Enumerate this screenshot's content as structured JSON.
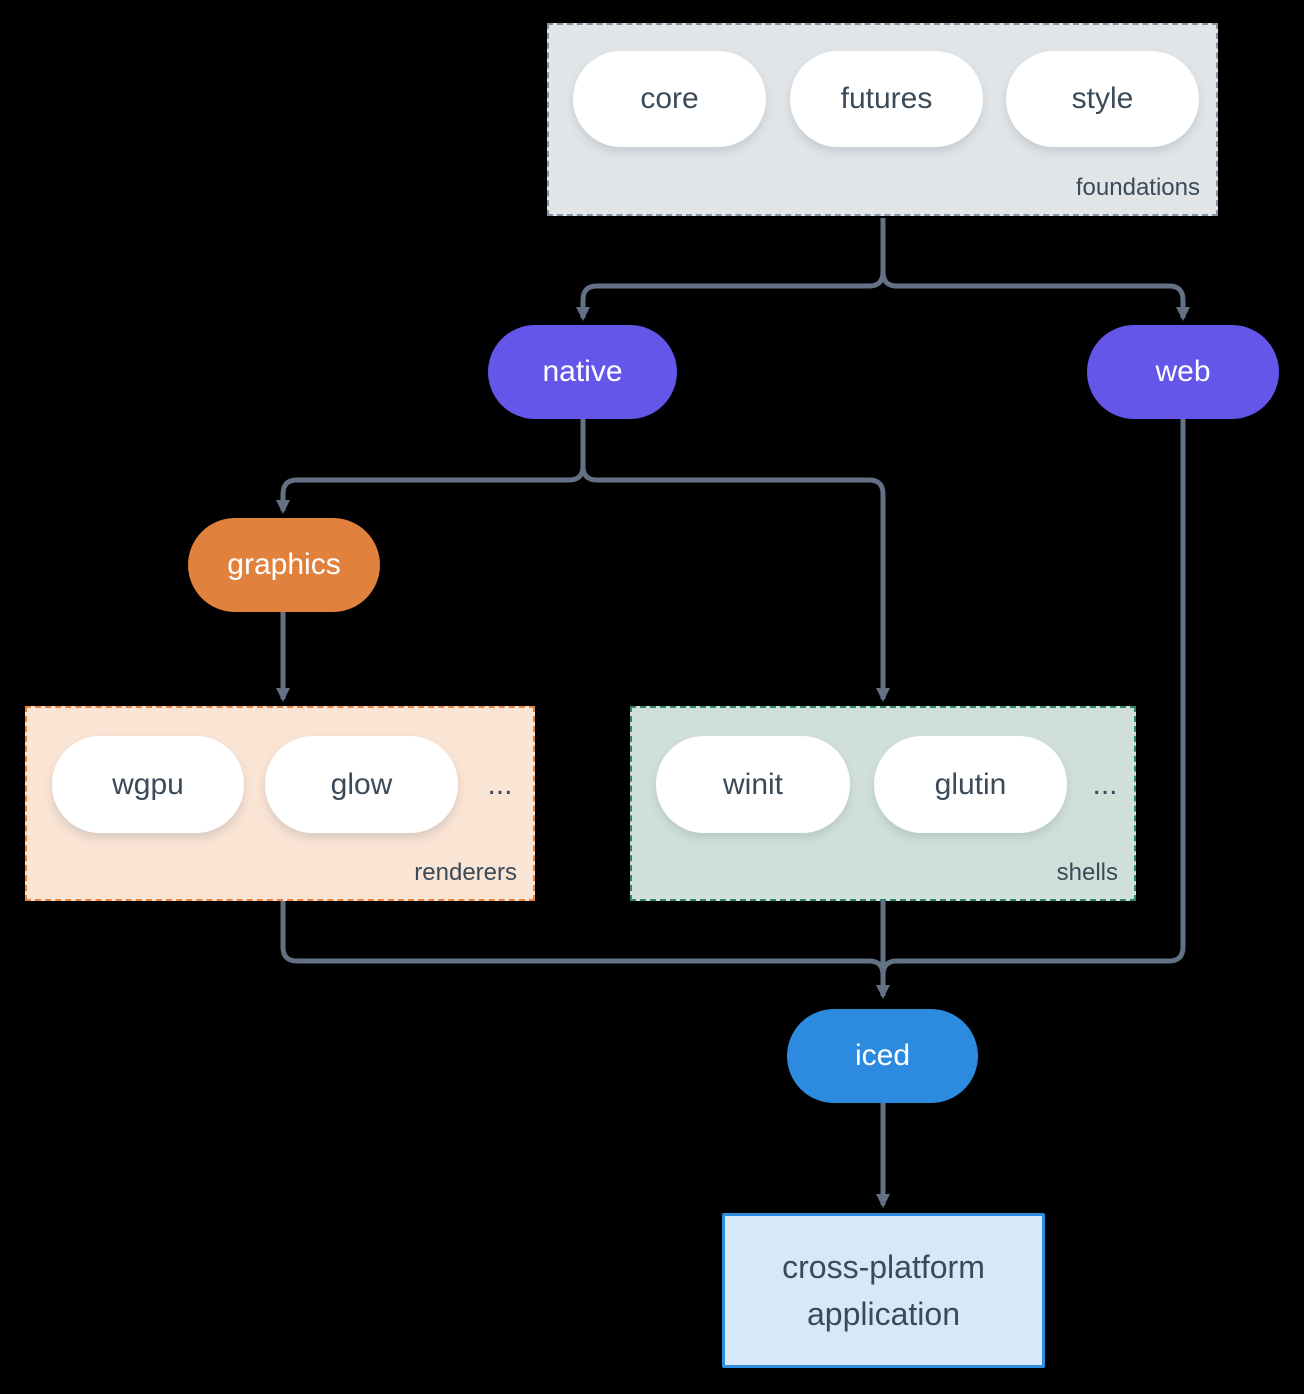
{
  "groups": {
    "foundations": {
      "label": "foundations",
      "items": [
        "core",
        "futures",
        "style"
      ]
    },
    "renderers": {
      "label": "renderers",
      "items": [
        "wgpu",
        "glow"
      ],
      "ellipsis": "..."
    },
    "shells": {
      "label": "shells",
      "items": [
        "winit",
        "glutin"
      ],
      "ellipsis": "..."
    }
  },
  "nodes": {
    "native": {
      "label": "native"
    },
    "web": {
      "label": "web"
    },
    "graphics": {
      "label": "graphics"
    },
    "iced": {
      "label": "iced"
    },
    "application": {
      "line1": "cross-platform",
      "line2": "application"
    }
  },
  "edges": [
    {
      "from": "foundations",
      "to": "native"
    },
    {
      "from": "foundations",
      "to": "web"
    },
    {
      "from": "native",
      "to": "graphics"
    },
    {
      "from": "native",
      "to": "shells"
    },
    {
      "from": "graphics",
      "to": "renderers"
    },
    {
      "from": "renderers",
      "to": "iced"
    },
    {
      "from": "shells",
      "to": "iced"
    },
    {
      "from": "web",
      "to": "iced"
    },
    {
      "from": "iced",
      "to": "application"
    }
  ],
  "colors": {
    "background": "#000000",
    "connector": "#627284",
    "node_purple": "#6456E9",
    "node_orange": "#E0813E",
    "node_blue": "#2D8BDF",
    "pill_white": "#FFFFFF",
    "text_dark": "#3B4A59",
    "text_light": "#FFFFFF",
    "foundations_fill": "#E1E5E8",
    "foundations_border": "#8494A4",
    "renderers_fill": "#FAE4D4",
    "renderers_border": "#E8843D",
    "shells_fill": "#D0E0D9",
    "shells_border": "#2F8475",
    "application_fill": "#D7E9F8",
    "application_border": "#2E8EDE"
  }
}
